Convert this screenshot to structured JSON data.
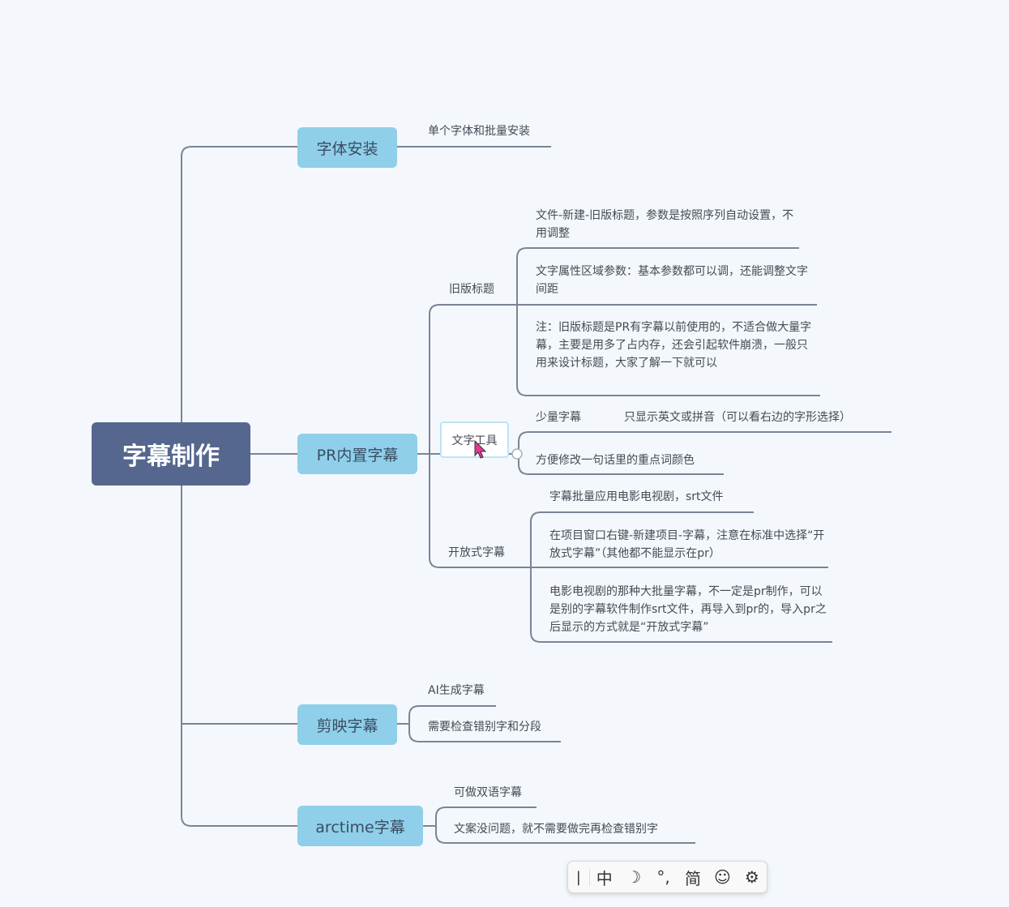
{
  "root": {
    "label": "字幕制作"
  },
  "branches": [
    {
      "label": "字体安装",
      "children": [
        "单个字体和批量安装"
      ]
    },
    {
      "label": "PR内置字幕",
      "old_title": {
        "label": "旧版标题",
        "children": [
          "文件-新建-旧版标题，参数是按照序列自动设置，不用调整",
          "文字属性区域参数：基本参数都可以调，还能调整文字间距",
          "注：旧版标题是PR有字幕以前使用的，不适合做大量字幕，主要是用多了占内存，还会引起软件崩溃，一般只用来设计标题，大家了解一下就可以"
        ]
      },
      "text_tool": {
        "label": "文字工具",
        "children": [
          "少量字幕",
          "方便修改一句话里的重点词颜色"
        ],
        "note": "只显示英文或拼音（可以看右边的字形选择）"
      },
      "open_caption": {
        "label": "开放式字幕",
        "children": [
          "字幕批量应用电影电视剧，srt文件",
          "在项目窗口右键-新建项目-字幕，注意在标准中选择“开放式字幕”（其他都不能显示在pr）",
          "电影电视剧的那种大批量字幕，不一定是pr制作，可以是别的字幕软件制作srt文件，再导入到pr的，导入pr之后显示的方式就是“开放式字幕”"
        ]
      }
    },
    {
      "label": "剪映字幕",
      "children": [
        "AI生成字幕",
        "需要检查错别字和分段"
      ]
    },
    {
      "label": "arctime字幕",
      "children": [
        "可做双语字幕",
        "文案没问题，就不需要做完再检查错别字"
      ]
    }
  ],
  "ime_toolbar": {
    "items": [
      "中",
      "☽",
      "°,",
      "简",
      "☺",
      "⚙"
    ]
  },
  "colors": {
    "root": "#55678f",
    "branch": "#8fcfe9",
    "line": "#7b8496",
    "background": "#f4f8fc"
  }
}
